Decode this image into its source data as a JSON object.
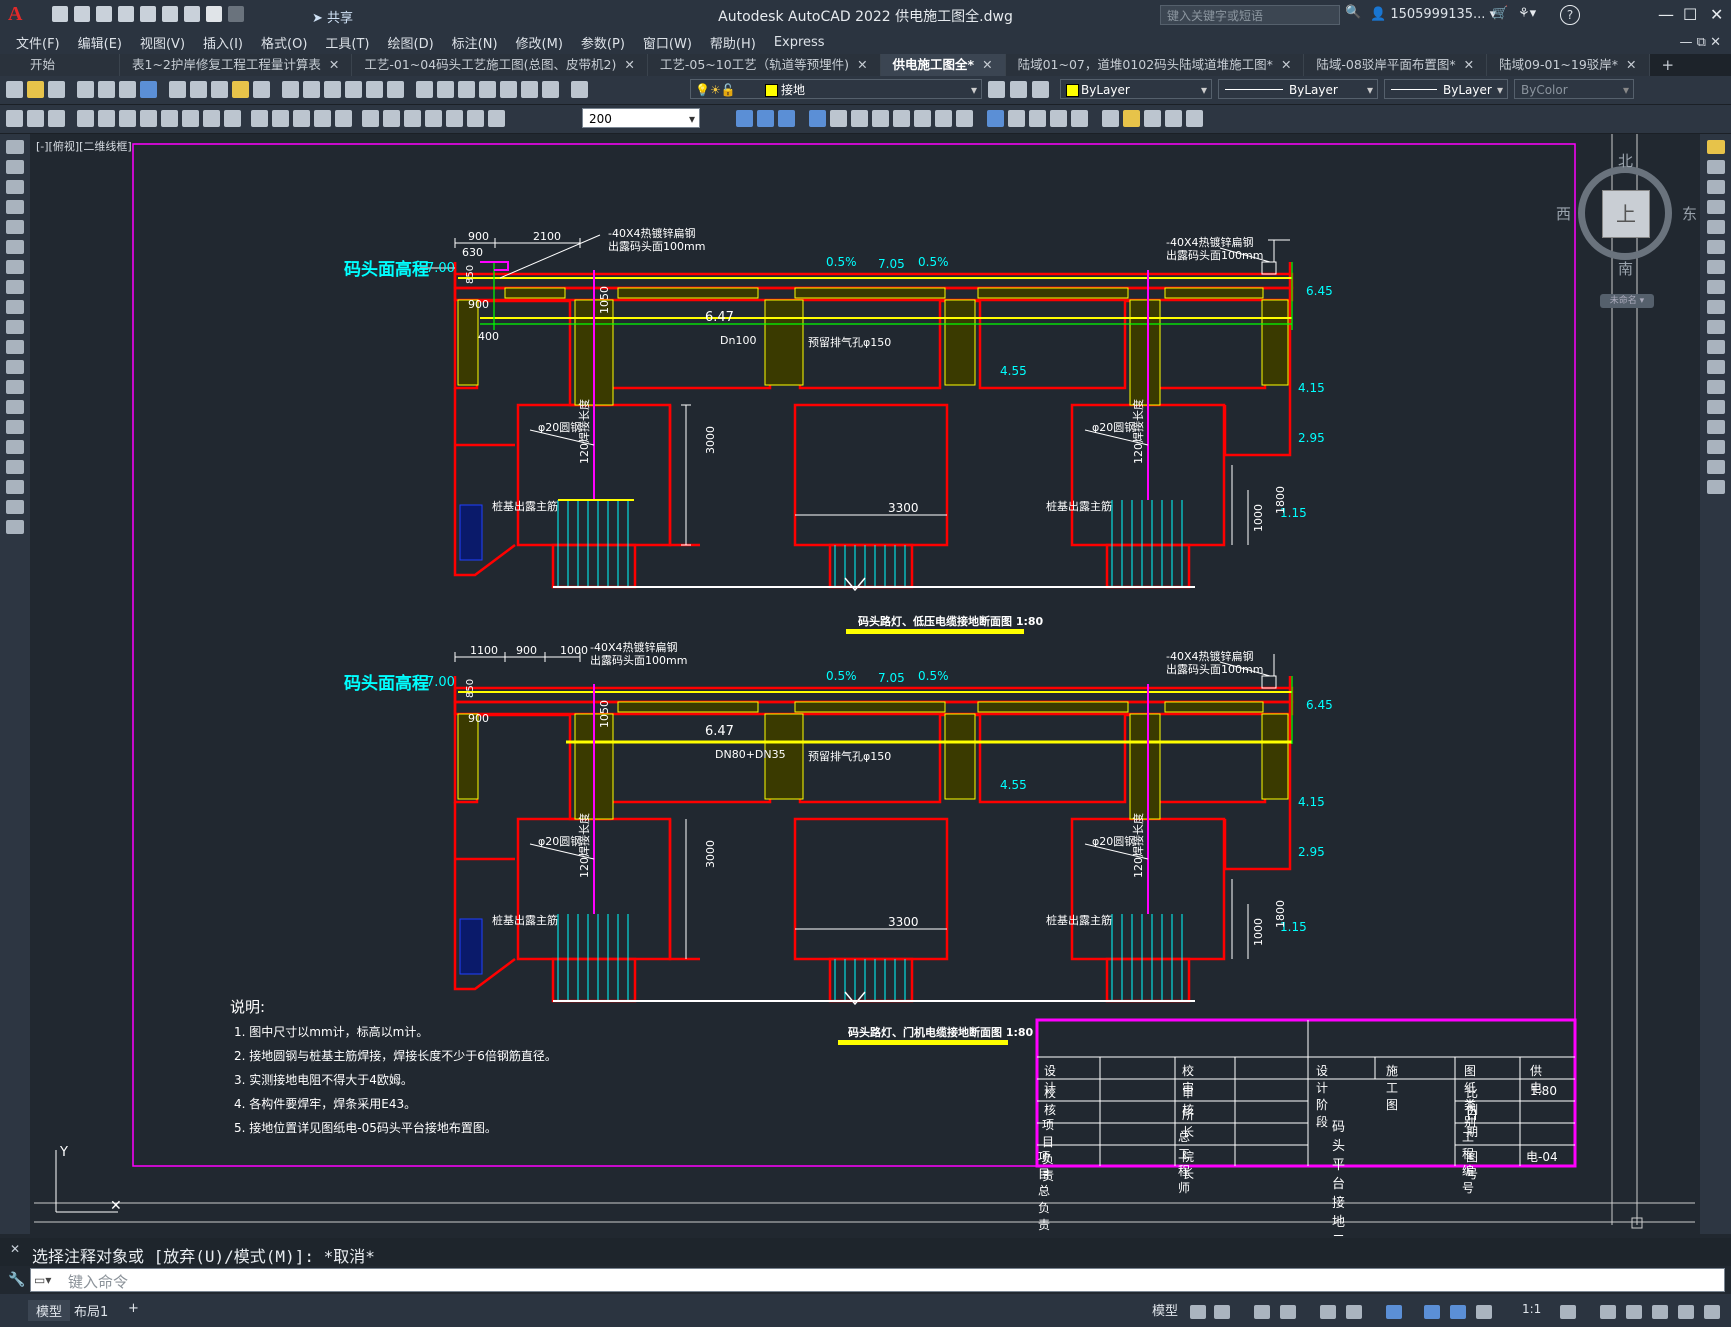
{
  "app": {
    "logo": "A",
    "title": "Autodesk AutoCAD 2022    供电施工图全.dwg",
    "share": "共享",
    "search_placeholder": "键入关键字或短语",
    "user": "1505999135...",
    "help": "?"
  },
  "menu": [
    "文件(F)",
    "编辑(E)",
    "视图(V)",
    "插入(I)",
    "格式(O)",
    "工具(T)",
    "绘图(D)",
    "标注(N)",
    "修改(M)",
    "参数(P)",
    "窗口(W)",
    "帮助(H)",
    "Express"
  ],
  "tabs": [
    {
      "label": "开始",
      "active": false
    },
    {
      "label": "表1~2护岸修复工程工程量计算表",
      "active": false
    },
    {
      "label": "工艺-01~04码头工艺施工图(总图、皮带机2)",
      "active": false
    },
    {
      "label": "工艺-05~10工艺（轨道等预埋件)",
      "active": false
    },
    {
      "label": "供电施工图全*",
      "active": true
    },
    {
      "label": "陆域01~07，道堆0102码头陆域道堆施工图*",
      "active": false
    },
    {
      "label": "陆域-08驳岸平面布置图*",
      "active": false
    },
    {
      "label": "陆域09-01~19驳岸*",
      "active": false
    }
  ],
  "toolbar": {
    "layer": "接地",
    "color": "ByLayer",
    "linetype": "ByLayer",
    "lineweight": "ByLayer",
    "plotstyle": "ByColor",
    "dimscale": "200"
  },
  "viewport_label": "[-][俯视][二维线框]",
  "viewcube": {
    "north": "北",
    "south": "南",
    "east": "东",
    "west": "西",
    "face": "上",
    "wcs": "未命名"
  },
  "drawing": {
    "top_section": {
      "wharf_elev_label": "码头面高程",
      "wharf_elev": "7.00",
      "dims": [
        "900",
        "2100",
        "630",
        "850",
        "900",
        "400",
        "1050",
        "3000",
        "3300",
        "1000",
        "1800"
      ],
      "steel_note_1": "-40X4热镀锌扁钢",
      "steel_note_2": "出露码头面100mm",
      "slope_left": "0.5%",
      "crest_elev": "7.05",
      "slope_right": "0.5%",
      "beam_elev": "6.47",
      "pipe": "Dn100",
      "drain": "预留排气孔φ150",
      "elev_645": "6.45",
      "elev_455": "4.55",
      "elev_415": "4.15",
      "elev_295": "2.95",
      "elev_115": "1.15",
      "rebar_left": "φ20圆钢",
      "rebar_right": "φ20圆钢",
      "weld_left": "120焊接长度",
      "weld_right": "120焊接长度",
      "pile_left": "桩基出露主筋",
      "pile_right": "桩基出露主筋",
      "caption": "码头路灯、低压电缆接地断面图 1:80"
    },
    "bottom_section": {
      "wharf_elev_label": "码头面高程",
      "wharf_elev": "7.00",
      "dims": [
        "1100",
        "900",
        "1000",
        "850",
        "900",
        "1050",
        "3000",
        "3300",
        "1000",
        "1800"
      ],
      "steel_note_1": "-40X4热镀锌扁钢",
      "steel_note_2": "出露码头面100mm",
      "slope_left": "0.5%",
      "crest_elev": "7.05",
      "slope_right": "0.5%",
      "beam_elev": "6.47",
      "pipe": "DN80+DN35",
      "drain": "预留排气孔φ150",
      "elev_645": "6.45",
      "elev_455": "4.55",
      "elev_415": "4.15",
      "elev_295": "2.95",
      "elev_115": "1.15",
      "rebar_left": "φ20圆钢",
      "rebar_right": "φ20圆钢",
      "weld_left": "120焊接长度",
      "weld_right": "120焊接长度",
      "pile_left": "桩基出露主筋",
      "pile_right": "桩基出露主筋",
      "caption": "码头路灯、门机电缆接地断面图 1:80"
    },
    "notes": {
      "title": "说明:",
      "items": [
        "1. 图中尺寸以mm计，标高以m计。",
        "2. 接地圆钢与桩基主筋焊接，焊接长度不少于6倍钢筋直径。",
        "3. 实测接地电阻不得大于4欧姆。",
        "4. 各构件要焊牢，焊条采用E43。",
        "5. 接地位置详见图纸电-05码头平台接地布置图。"
      ]
    },
    "titleblock": {
      "design": "设  计",
      "check": "校  核",
      "project_lead": "项目负责",
      "project_chief": "项目总负责",
      "review": "校  审",
      "audit": "审  核",
      "director": "所  长",
      "chief_engineer": "总工程师",
      "president": "院  长",
      "phase_label": "设计阶段",
      "phase": "施工图",
      "category_label": "图纸类别",
      "category": "供  电",
      "scale_label": "比  例",
      "scale": "1:80",
      "date_label": "日  期",
      "project_no_label": "工程编号",
      "drawing_no_label": "图  号",
      "drawing_no": "电-04",
      "drawing_title": "码头平台接地示意图"
    }
  },
  "command": {
    "history": "选择注释对象或 [放弃(U)/模式(M)]: *取消*",
    "placeholder": "键入命令"
  },
  "status": {
    "model_tab": "模型",
    "layout_tab": "布局1",
    "add_tab": "+",
    "model_btn": "模型",
    "scale": "1:1"
  },
  "colors": {
    "red": "#ff0000",
    "yellow": "#ffff00",
    "magenta": "#ff00ff",
    "cyan": "#00ffff",
    "green": "#00ff00",
    "white": "#ffffff"
  }
}
